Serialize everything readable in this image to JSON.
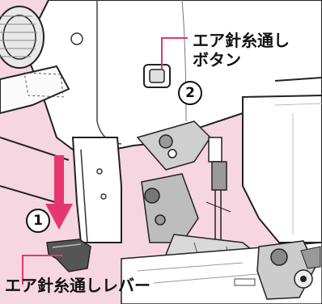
{
  "callouts": {
    "threader_button": [
      "エア針糸通し",
      "ボタン"
    ],
    "threader_lever": "エア針糸通しレバー"
  },
  "steps": {
    "step1": "1",
    "step2": "2"
  },
  "icons": [
    "hand-wheel-icon",
    "threader-button-icon",
    "threader-lever-icon",
    "down-arrow-icon"
  ],
  "colors": {
    "background": "#f6d6e1",
    "accent": "#e5366f",
    "machine_body": "#ffffff",
    "outline": "#222222"
  }
}
